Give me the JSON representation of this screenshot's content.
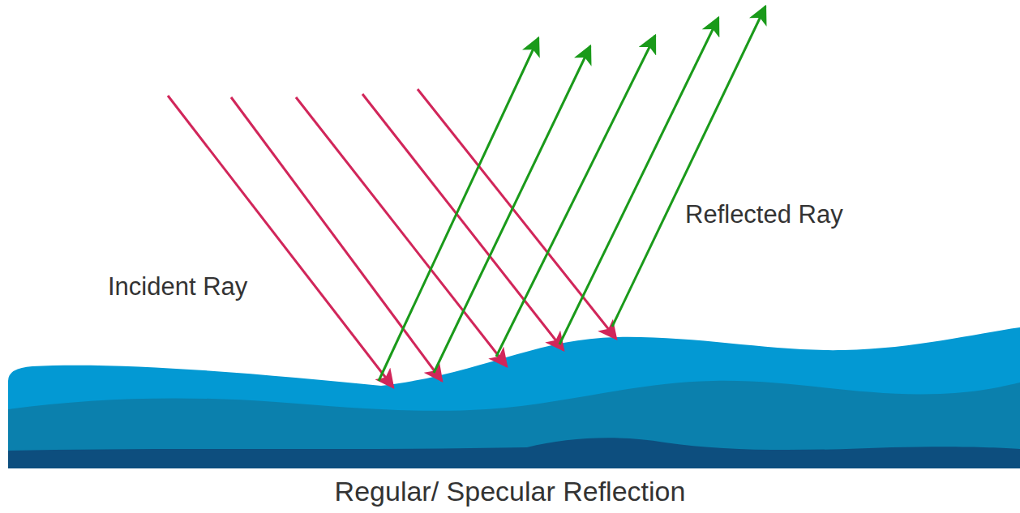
{
  "diagram": {
    "caption": "Regular/ Specular Reflection",
    "labels": [
      "Incident Ray",
      "Reflected Ray"
    ]
  }
}
